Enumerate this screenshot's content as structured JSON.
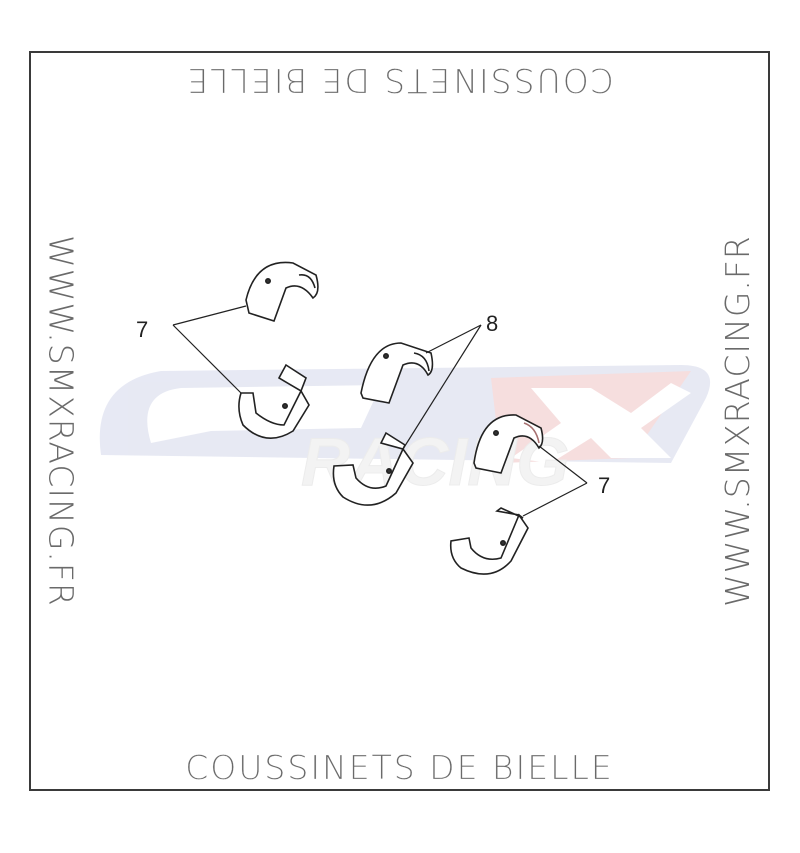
{
  "frame": {
    "title_top_mirrored": "COUSSINETS DE BIELLE",
    "title_bottom": "COUSSINETS DE BIELLE",
    "side_left": "WWW.SMXRACING.FR",
    "side_right": "WWW.SMXRACING.FR"
  },
  "watermark": {
    "logo_main": "SMX",
    "logo_sub": "RACING",
    "colors": {
      "blue": "#c8cde6",
      "red": "#f1c4c4",
      "white": "#ffffff"
    }
  },
  "diagram": {
    "subject": "connecting rod bearings",
    "callouts": [
      {
        "label": "7",
        "part": "bearing-shell-pair-left"
      },
      {
        "label": "8",
        "part": "bearing-shell-pair-center"
      },
      {
        "label": "7",
        "part": "bearing-shell-pair-right"
      }
    ],
    "line_color": "#222222"
  }
}
